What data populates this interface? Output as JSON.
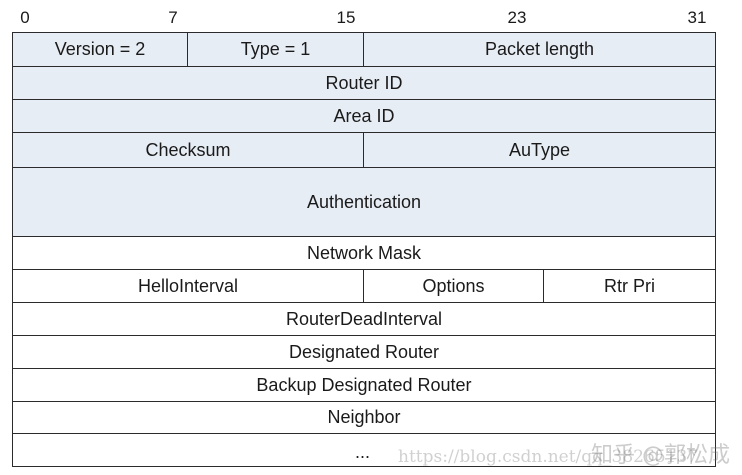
{
  "bit_ruler": [
    "0",
    "7",
    "15",
    "23",
    "31"
  ],
  "packet": {
    "row1": {
      "version": "Version = 2",
      "type": "Type = 1",
      "packet_length": "Packet length"
    },
    "router_id": "Router ID",
    "area_id": "Area ID",
    "row4": {
      "checksum": "Checksum",
      "autype": "AuType"
    },
    "authentication": "Authentication",
    "network_mask": "Network Mask",
    "row7": {
      "hello_interval": "HelloInterval",
      "options": "Options",
      "rtr_pri": "Rtr Pri"
    },
    "router_dead_interval": "RouterDeadInterval",
    "designated_router": "Designated Router",
    "backup_designated_router": "Backup Designated Router",
    "neighbor": "Neighbor",
    "continuation": "..."
  },
  "watermark": {
    "author": "知乎 @郭松成",
    "url": "https://blog.csdn.net/qq_38265137"
  },
  "colors": {
    "header_fill": "#e7edf5",
    "body_fill": "#ffffff",
    "border": "#2b2b2b"
  }
}
